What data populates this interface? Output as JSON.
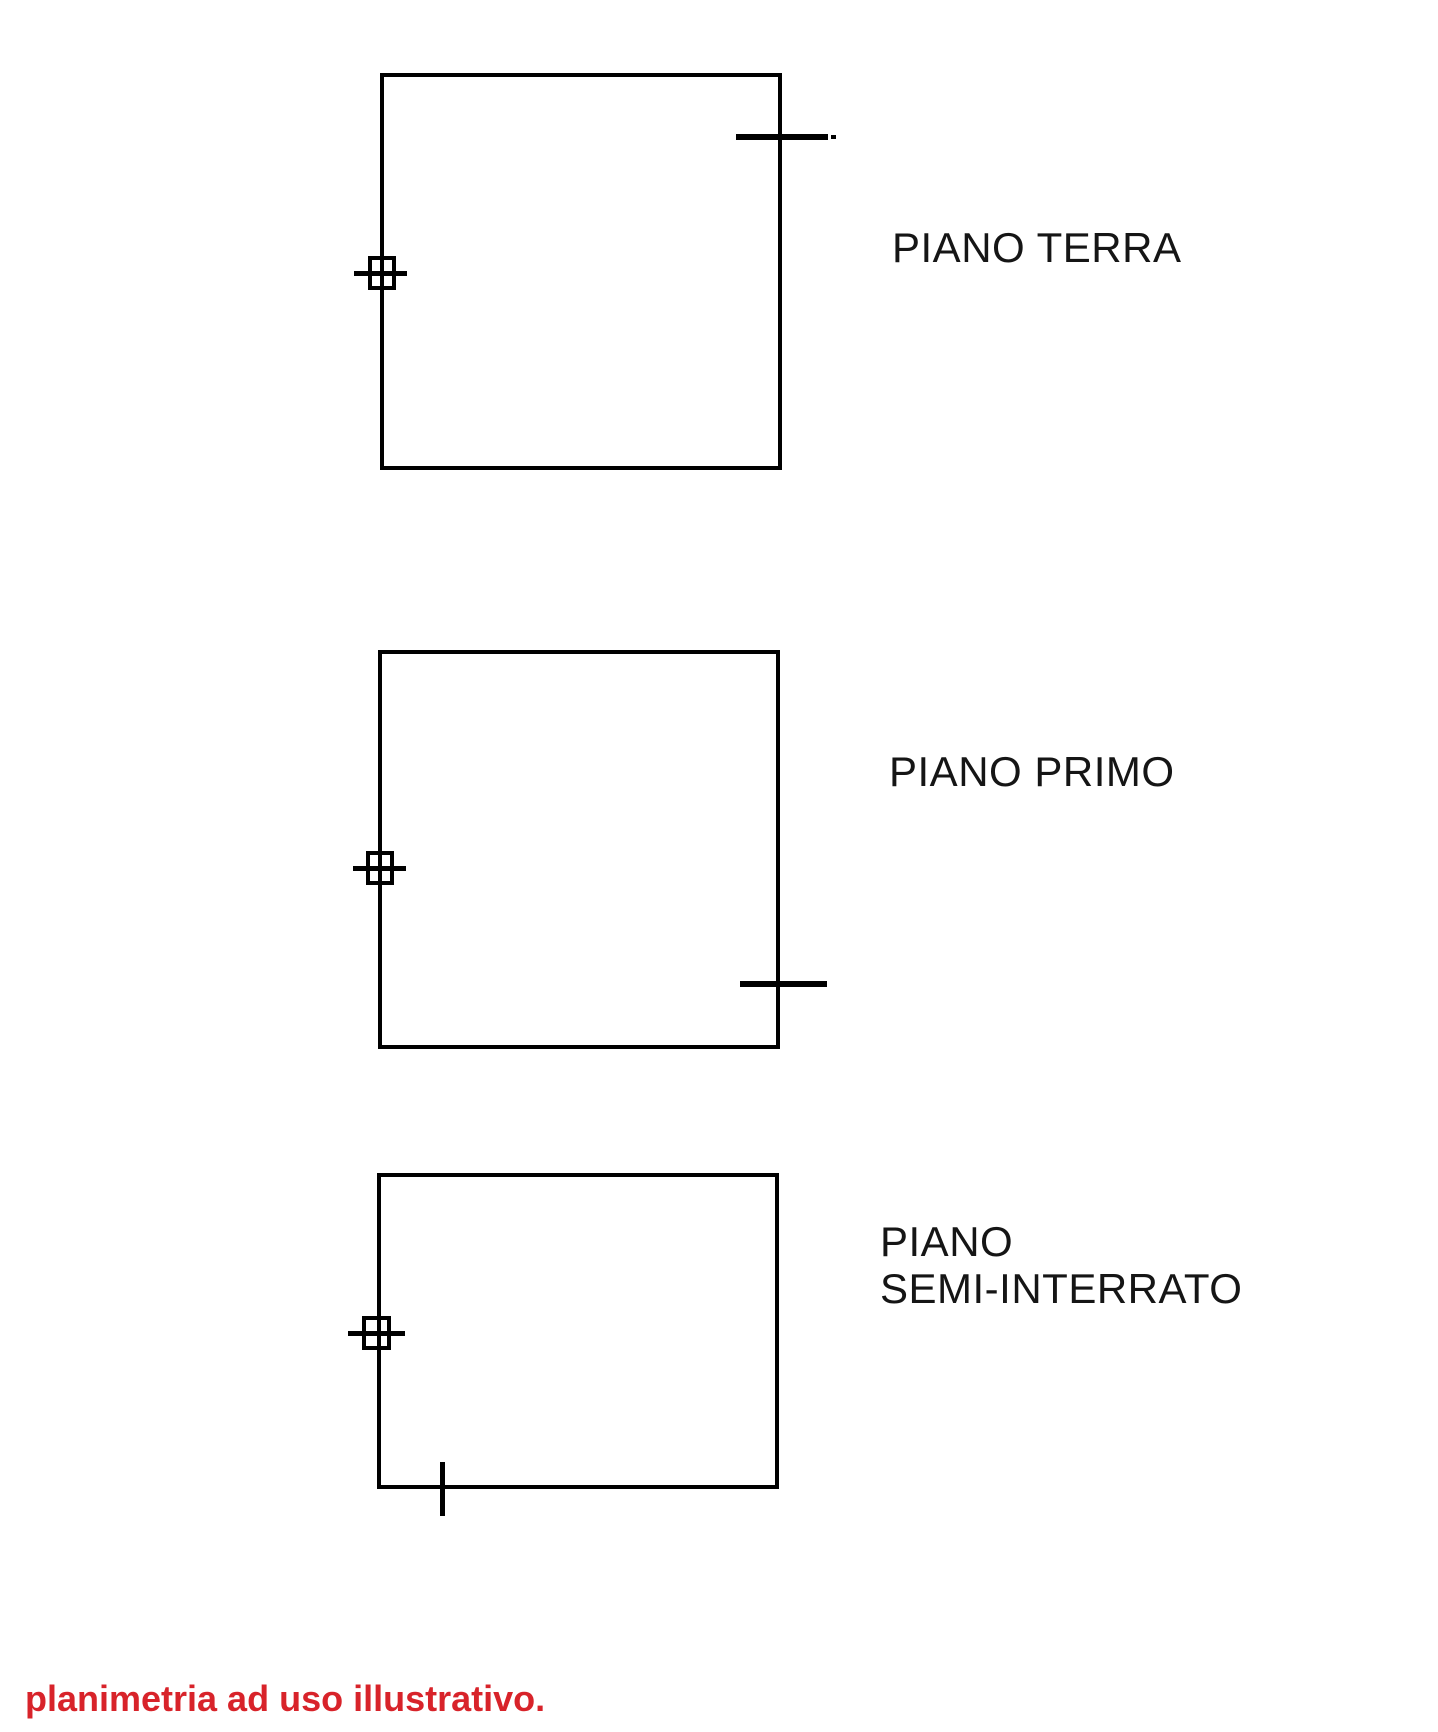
{
  "page": {
    "background_color": "#ffffff",
    "line_color": "#000000",
    "label_color": "#151515",
    "disclaimer_color": "#d8232a"
  },
  "floors": [
    {
      "name": "piano-terra",
      "label_lines": [
        "PIANO TERRA"
      ],
      "features": [
        "window-symbol-left-wall",
        "section-tick-right-wall-top"
      ]
    },
    {
      "name": "piano-primo",
      "label_lines": [
        "PIANO PRIMO"
      ],
      "features": [
        "window-symbol-left-wall",
        "section-tick-right-wall-bottom"
      ]
    },
    {
      "name": "piano-semi-interrato",
      "label_lines": [
        "PIANO",
        "SEMI-INTERRATO"
      ],
      "features": [
        "window-symbol-left-wall",
        "section-tick-bottom-wall-left"
      ]
    }
  ],
  "disclaimer": "planimetria ad uso illustrativo.",
  "icons": {
    "window_symbol": "crossed-square-window-icon",
    "section_tick": "wall-tick-mark"
  }
}
